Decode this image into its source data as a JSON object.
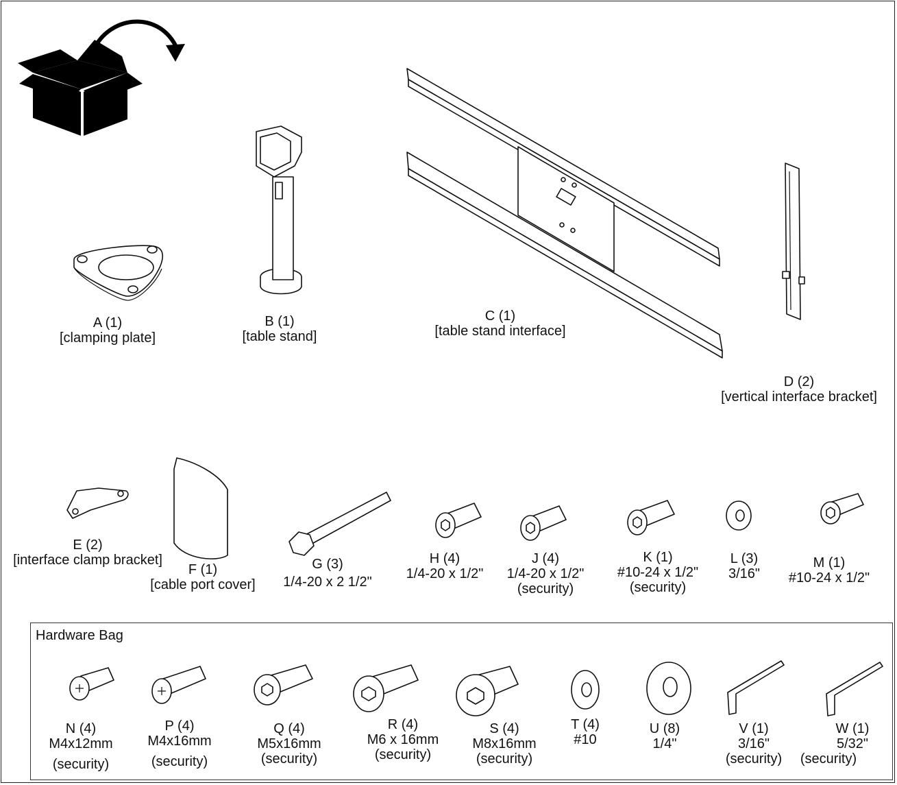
{
  "parts": {
    "A": {
      "id": "A (1)",
      "desc": "[clamping plate]"
    },
    "B": {
      "id": "B (1)",
      "desc": "[table stand]"
    },
    "C": {
      "id": "C (1)",
      "desc": "[table stand interface]"
    },
    "D": {
      "id": "D (2)",
      "desc": "[vertical interface bracket]"
    },
    "E": {
      "id": "E (2)",
      "desc": "[interface clamp bracket]"
    },
    "F": {
      "id": "F (1)",
      "desc": "[cable port cover]"
    },
    "G": {
      "id": "G (3)",
      "spec": "1/4-20 x 2 1/2\""
    },
    "H": {
      "id": "H (4)",
      "spec": "1/4-20 x 1/2\""
    },
    "J": {
      "id": "J (4)",
      "spec": "1/4-20 x 1/2\"",
      "note": "(security)"
    },
    "K": {
      "id": "K (1)",
      "spec": "#10-24 x 1/2\"",
      "note": "(security)"
    },
    "L": {
      "id": "L (3)",
      "spec": "3/16\""
    },
    "M": {
      "id": "M (1)",
      "spec": "#10-24 x 1/2\""
    }
  },
  "hardware_bag": {
    "title": "Hardware Bag",
    "N": {
      "id": "N (4)",
      "spec": "M4x12mm",
      "note": "(security)"
    },
    "P": {
      "id": "P (4)",
      "spec": "M4x16mm",
      "note": "(security)"
    },
    "Q": {
      "id": "Q (4)",
      "spec": "M5x16mm",
      "note": "(security)"
    },
    "R": {
      "id": "R (4)",
      "spec": "M6 x 16mm",
      "note": "(security)"
    },
    "S": {
      "id": "S (4)",
      "spec": "M8x16mm",
      "note": "(security)"
    },
    "T": {
      "id": "T (4)",
      "spec": "#10"
    },
    "U": {
      "id": "U (8)",
      "spec": "1/4\""
    },
    "V": {
      "id": "V (1)",
      "spec": "3/16\"",
      "note": "(security)"
    },
    "W": {
      "id": "W (1)",
      "spec": "5/32\"",
      "note": "(security)"
    }
  },
  "icons": [
    "open-box-icon",
    "curved-arrow-icon"
  ]
}
